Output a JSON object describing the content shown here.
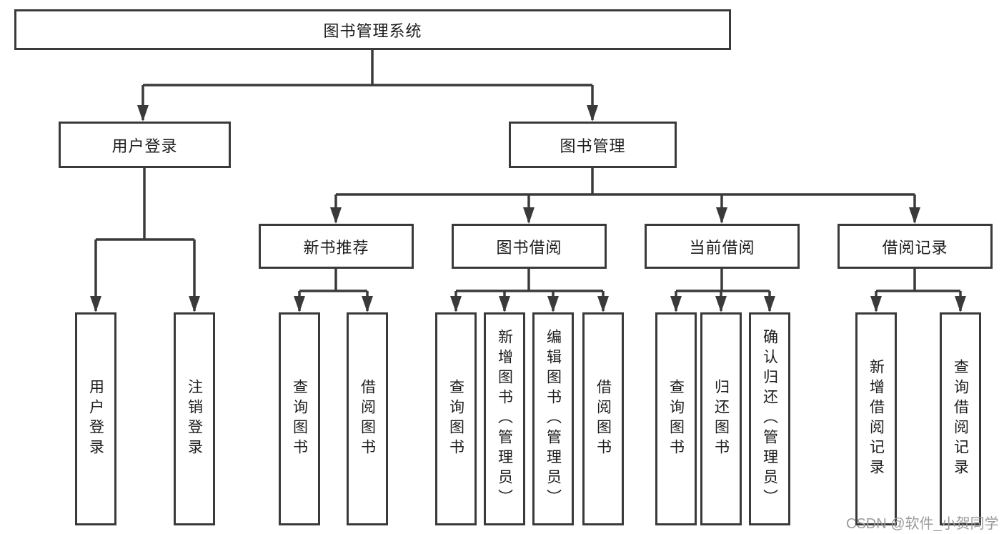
{
  "tree": {
    "root": {
      "label": "图书管理系统"
    },
    "branches": [
      {
        "label": "用户登录",
        "children": [
          {
            "label": "用户登录"
          },
          {
            "label": "注销登录"
          }
        ]
      },
      {
        "label": "图书管理",
        "children": [
          {
            "label": "新书推荐",
            "children": [
              {
                "label": "查询图书"
              },
              {
                "label": "借阅图书"
              }
            ]
          },
          {
            "label": "图书借阅",
            "children": [
              {
                "label": "查询图书"
              },
              {
                "label": "新增图书（管理员）"
              },
              {
                "label": "编辑图书（管理员）"
              },
              {
                "label": "借阅图书"
              }
            ]
          },
          {
            "label": "当前借阅",
            "children": [
              {
                "label": "查询图书"
              },
              {
                "label": "归还图书"
              },
              {
                "label": "确认归还（管理员）"
              }
            ]
          },
          {
            "label": "借阅记录",
            "children": [
              {
                "label": "新增借阅记录"
              },
              {
                "label": "查询借阅记录"
              }
            ]
          }
        ]
      }
    ]
  },
  "watermark": {
    "text": "CSDN @软件_小贺同学"
  },
  "colors": {
    "line": "#3a3a3a",
    "text": "#1c1c1c",
    "watermark_text": "#9b9b9b",
    "background": "#ffffff"
  }
}
